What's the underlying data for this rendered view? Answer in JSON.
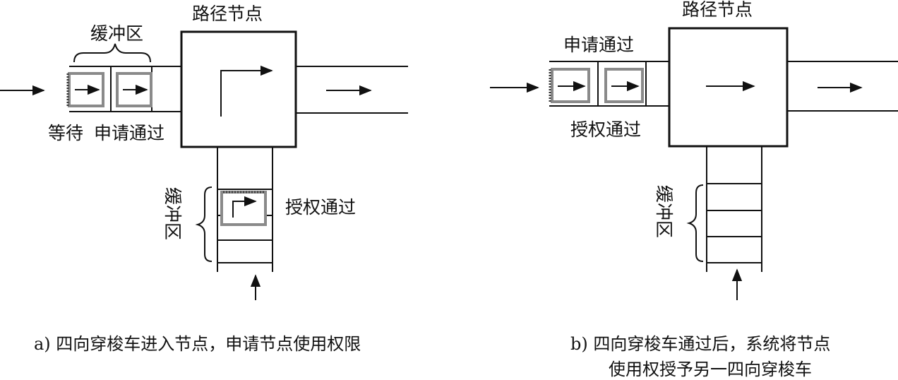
{
  "diagram_a": {
    "node_label": "路径节点",
    "buffer_label_top": "缓冲区",
    "wait_label": "等待",
    "request_label": "申请通过",
    "buffer_label_side": "缓冲区",
    "grant_label": "授权通过",
    "caption": "a) 四向穿梭车进入节点，申请节点使用权限"
  },
  "diagram_b": {
    "node_label": "路径节点",
    "request_label": "申请通过",
    "grant_label": "授权通过",
    "buffer_label_side": "缓冲区",
    "caption_line1": "b) 四向穿梭车通过后，系统将节点",
    "caption_line2": "使用权授予另一四向穿梭车"
  }
}
